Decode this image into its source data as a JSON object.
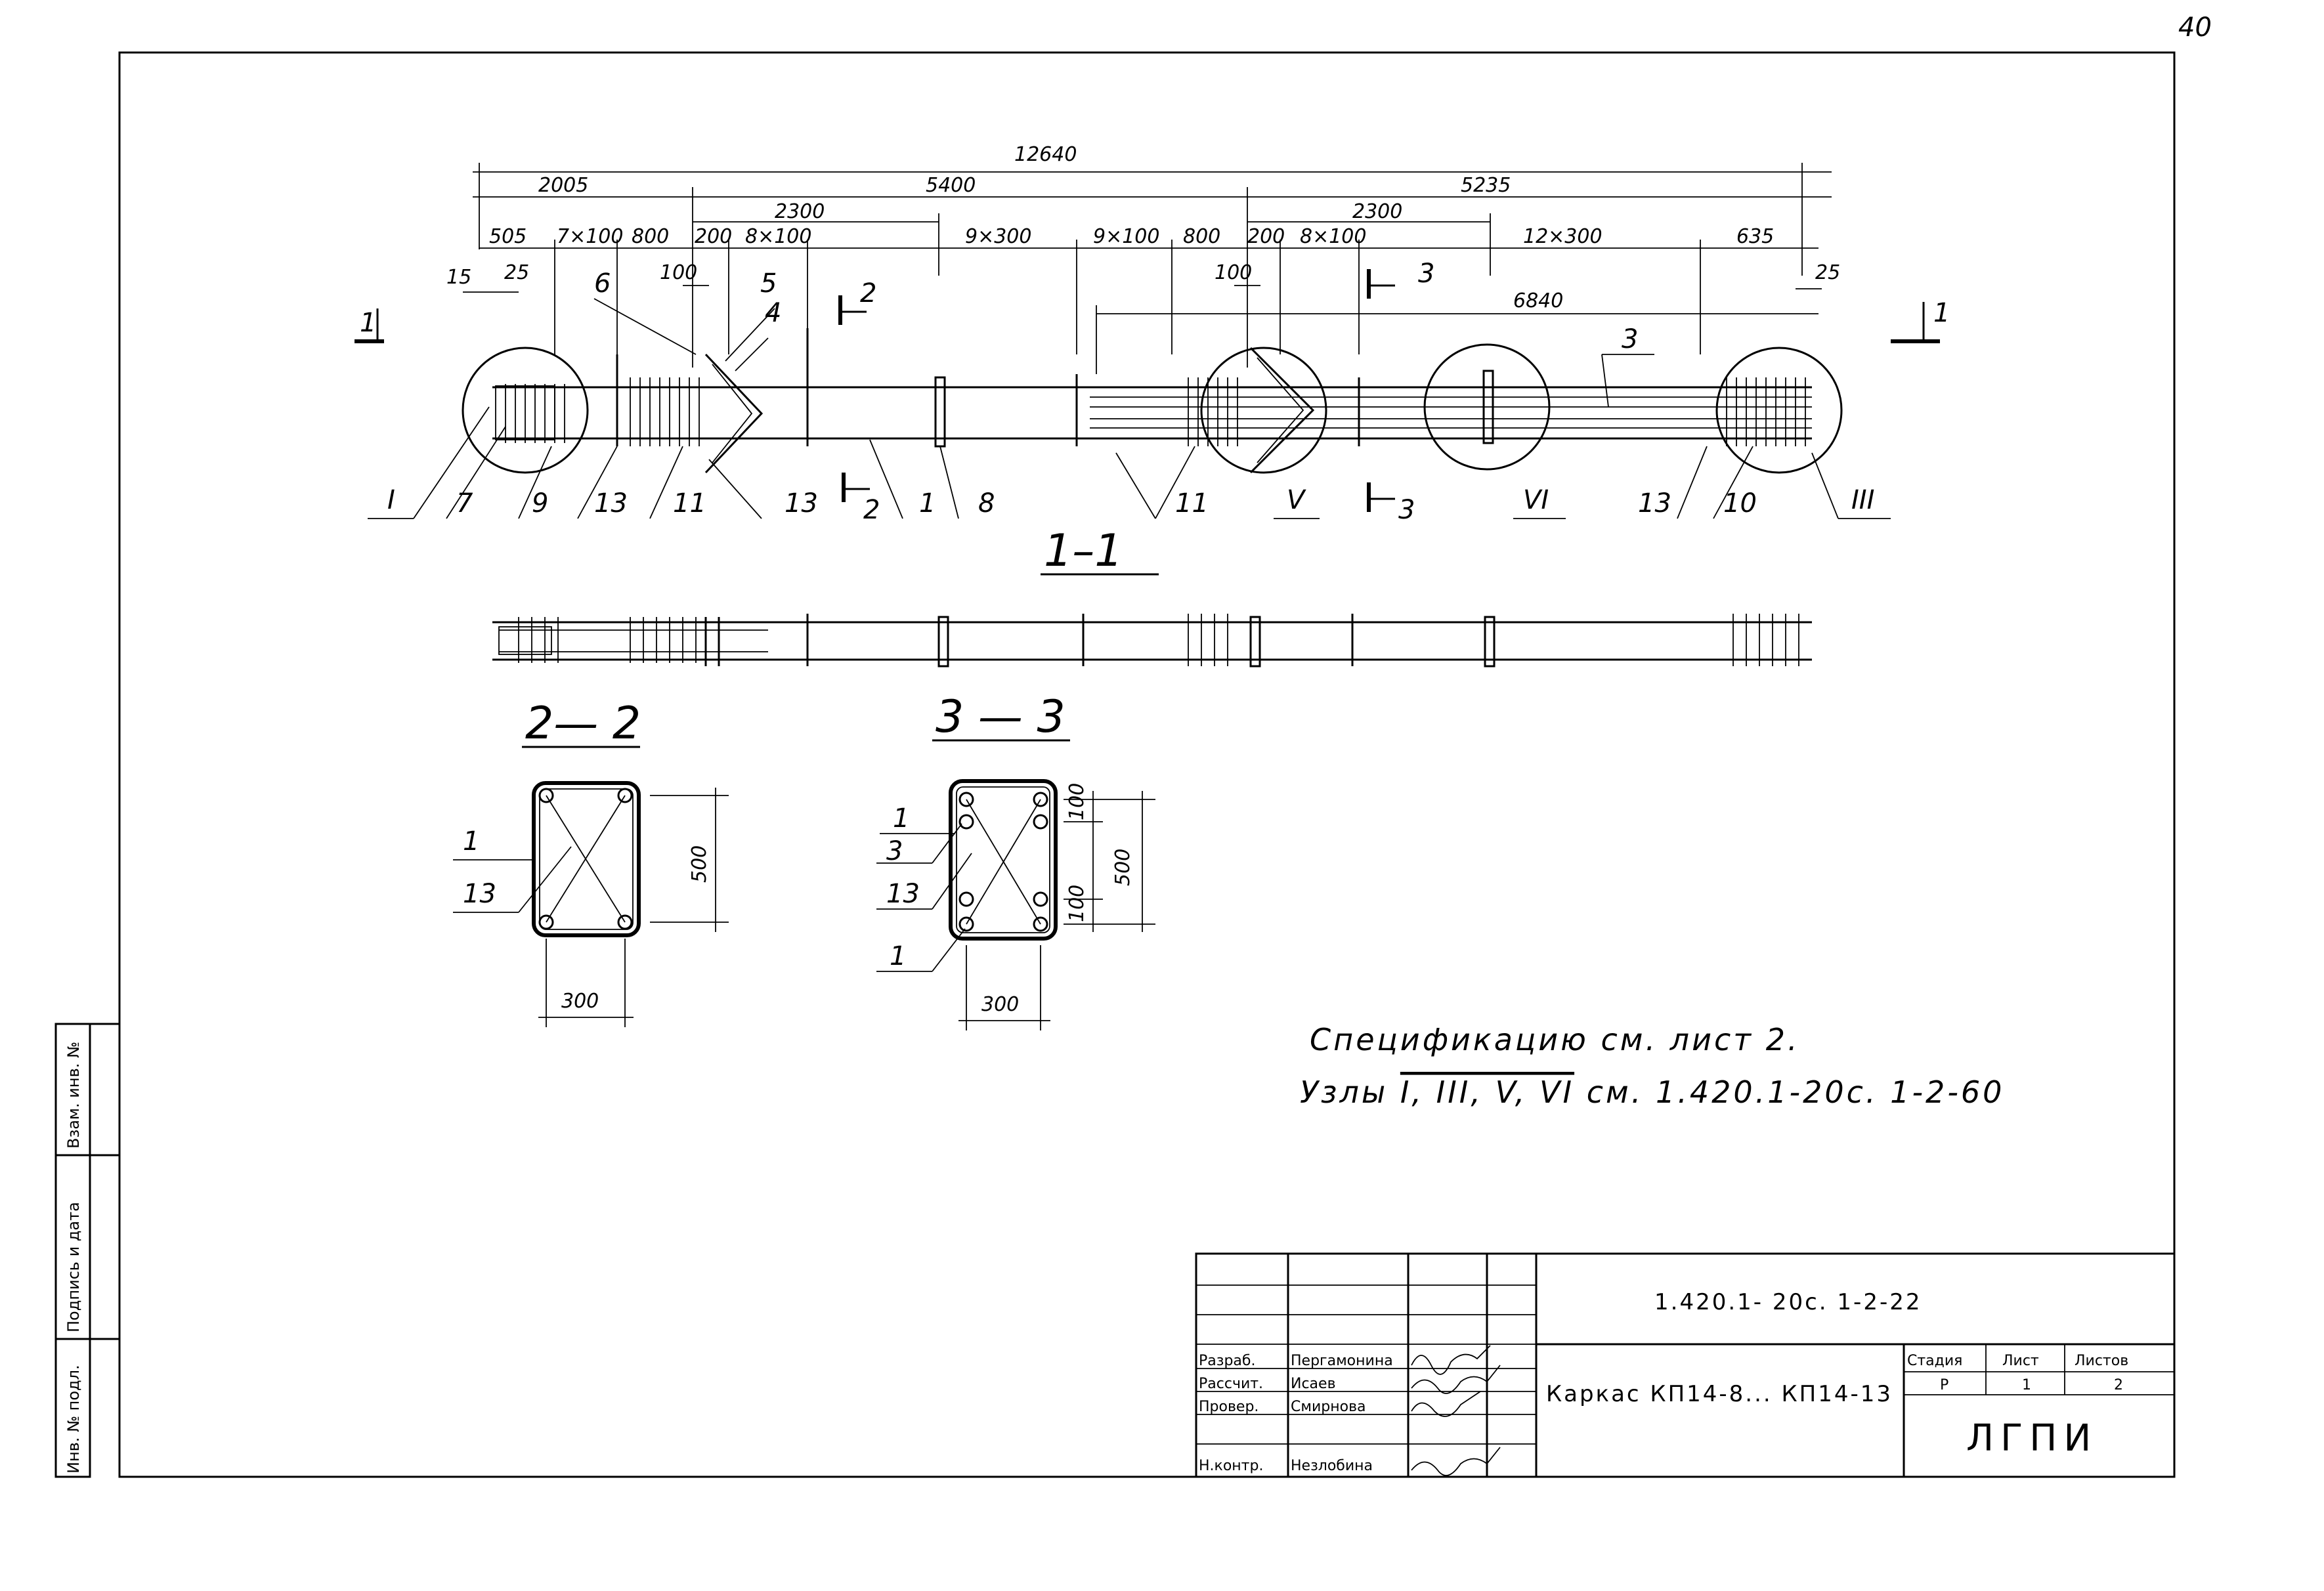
{
  "page_number": "40",
  "dimensions_top": {
    "overall": "12640",
    "row1": [
      "2005",
      "5400",
      "5235"
    ],
    "row2": [
      "2300",
      "2300"
    ],
    "row3": [
      "505",
      "7×100",
      "800",
      "200",
      "8×100",
      "9×300",
      "9×100",
      "800",
      "200",
      "8×100",
      "12×300",
      "635"
    ],
    "small": [
      "15",
      "25",
      "100",
      "100",
      "25"
    ],
    "span": "6840"
  },
  "section_marks": {
    "s1": "1",
    "s2": "2",
    "s3": "3"
  },
  "part_labels": {
    "top": [
      "6",
      "5",
      "4",
      "3"
    ],
    "bottom": [
      "7",
      "9",
      "13",
      "11",
      "13",
      "1",
      "8",
      "11",
      "13",
      "10"
    ]
  },
  "node_labels": [
    "I",
    "V",
    "VI",
    "III"
  ],
  "view_title": "1–1",
  "section_2_2": {
    "title": "2— 2",
    "height": "500",
    "width": "300",
    "labels": [
      "1",
      "13"
    ]
  },
  "section_3_3": {
    "title": "3 — 3",
    "height": "500",
    "width": "300",
    "sub": [
      "100",
      "100"
    ],
    "labels": [
      "1",
      "3",
      "13",
      "1"
    ]
  },
  "notes": {
    "line1": "Спецификацию   см. лист 2.",
    "line2_prefix": "Узлы ",
    "line2_nodes": "I, III, V, VI",
    "line2_suffix": "  см. 1.420.1-20с. 1-2-60"
  },
  "title_block": {
    "doc_code": "1.420.1-  20с.  1-2-22",
    "rows": [
      {
        "role": "Разраб.",
        "name": "Пергамонина"
      },
      {
        "role": "Рассчит.",
        "name": "Исаев"
      },
      {
        "role": "Провер.",
        "name": "Смирнова"
      },
      {
        "role": "",
        "name": ""
      },
      {
        "role": "Н.контр.",
        "name": "Незлобина"
      }
    ],
    "product_name": "Каркас КП14-8... КП14-13",
    "stage_header": "Стадия",
    "sheet_header": "Лист",
    "sheets_header": "Листов",
    "stage": "Р",
    "sheet": "1",
    "sheets": "2",
    "org": "ЛГПИ"
  },
  "side_stamp": [
    "Инв. № подл.",
    "Подпись и дата",
    "Взам. инв. №"
  ]
}
